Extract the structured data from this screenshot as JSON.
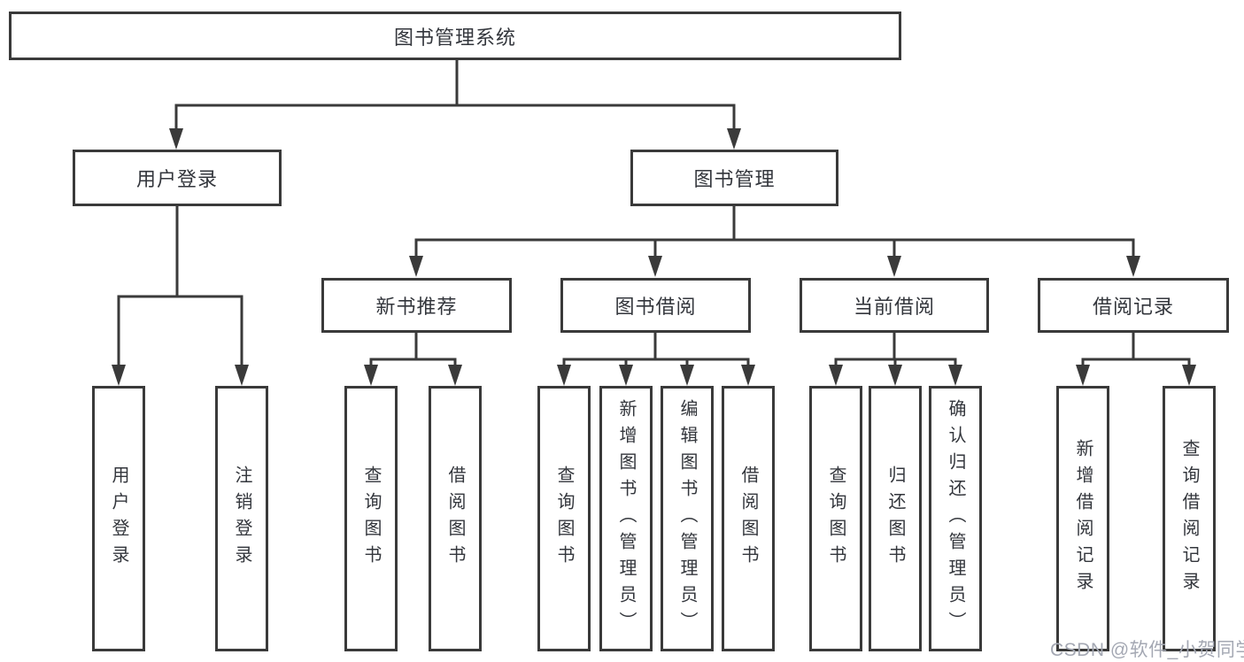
{
  "tree": {
    "root": {
      "label": "图书管理系统"
    },
    "level2": [
      {
        "label": "用户登录",
        "leaves": [
          {
            "label": "用户登录"
          },
          {
            "label": "注销登录"
          }
        ]
      },
      {
        "label": "图书管理",
        "groups": [
          {
            "label": "新书推荐",
            "leaves": [
              {
                "label": "查询图书"
              },
              {
                "label": "借阅图书"
              }
            ]
          },
          {
            "label": "图书借阅",
            "leaves": [
              {
                "label": "查询图书"
              },
              {
                "label": "新增图书（管理员）"
              },
              {
                "label": "编辑图书（管理员）"
              },
              {
                "label": "借阅图书"
              }
            ]
          },
          {
            "label": "当前借阅",
            "leaves": [
              {
                "label": "查询图书"
              },
              {
                "label": "归还图书"
              },
              {
                "label": "确认归还（管理员）"
              }
            ]
          },
          {
            "label": "借阅记录",
            "leaves": [
              {
                "label": "新增借阅记录"
              },
              {
                "label": "查询借阅记录"
              }
            ]
          }
        ]
      }
    ]
  },
  "watermark": {
    "text": "CSDN @软件_小贺同学"
  },
  "colors": {
    "line": "#3a3a3a",
    "text": "#33363c",
    "watermark": "#a4a8b3",
    "background": "#ffffff"
  }
}
